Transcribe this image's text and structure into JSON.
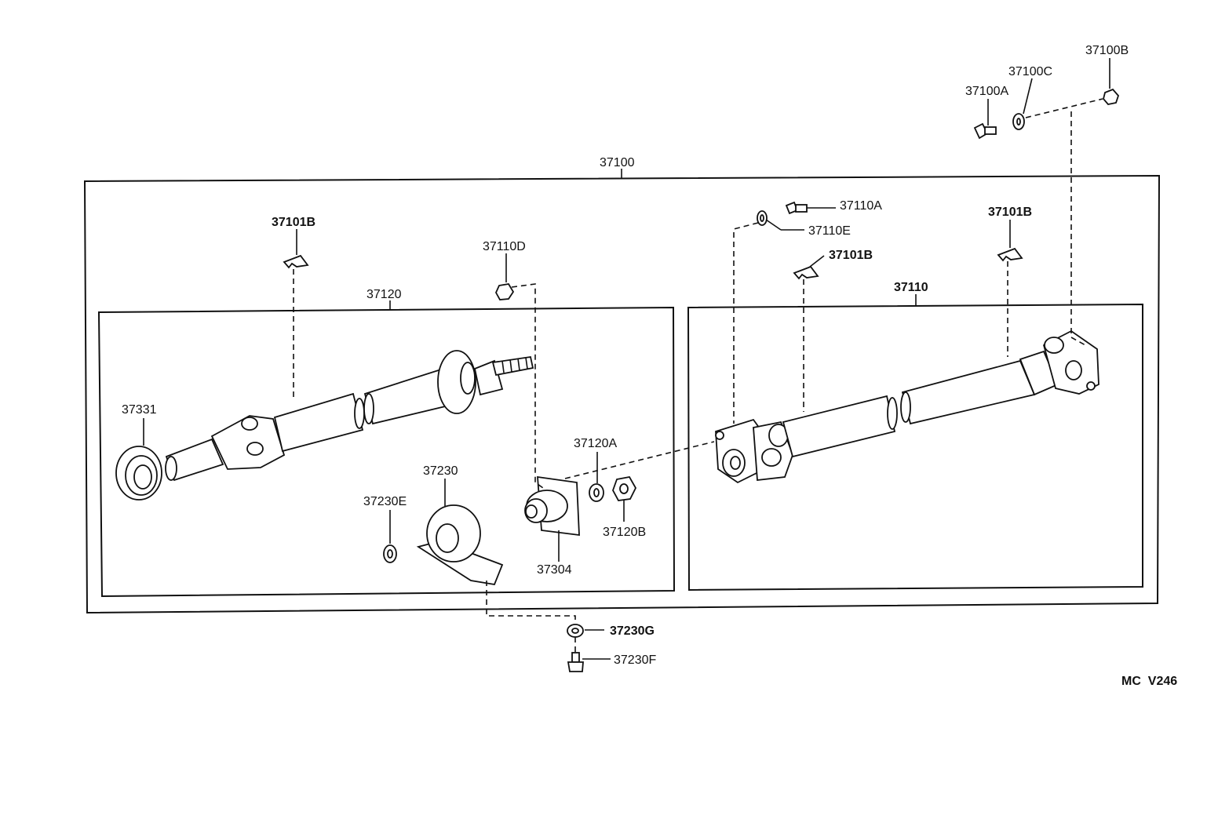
{
  "labels": {
    "assy_main": "37100",
    "bolt_a": "37100A",
    "bolt_b": "37100B",
    "washer_c": "37100C",
    "clip_left": "37101B",
    "clip_mid": "37101B",
    "clip_right": "37101B",
    "front_shaft": "37120",
    "rear_shaft": "37110",
    "bolt_110a": "37110A",
    "washer_110e": "37110E",
    "nut_110d": "37110D",
    "dust_cover": "37331",
    "bearing": "37230",
    "washer_230e": "37230E",
    "washer_120a": "37120A",
    "nut_120b": "37120B",
    "flange": "37304",
    "washer_230g": "37230G",
    "bolt_230f": "37230F",
    "ref_code": "MC  V246"
  }
}
